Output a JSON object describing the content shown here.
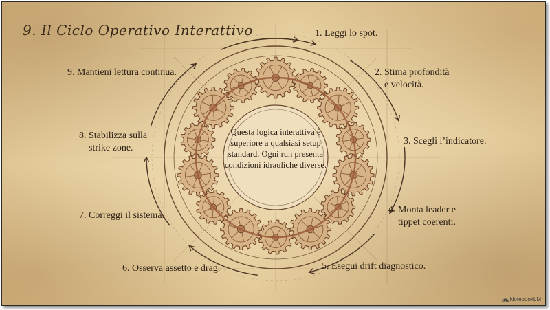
{
  "title": "9. Il Ciclo Operativo Interattivo",
  "center_text": "Questa logica interattiva è superiore a qualsiasi setup standard. Ogni run presenta condizioni idrauliche diverse.",
  "steps": {
    "s1": "1. Leggi lo spot.",
    "s2_line1": "2. Stima profondità",
    "s2_line2": "e velocità.",
    "s3": "3. Scegli l’indicatore.",
    "s4_line1": "4. Monta leader e",
    "s4_line2": "tippet coerenti.",
    "s5": "5. Esegui drift diagnostico.",
    "s6": "6. Osserva assetto e drag.",
    "s7": "7. Correggi il sistema.",
    "s8_line1": "8. Stabilizza sulla",
    "s8_line2": "strike zone.",
    "s9": "9. Mantieni lettura continua."
  },
  "watermark": {
    "label": "NotebookLM",
    "icon": "notebooklm-logo-icon"
  },
  "colors": {
    "ink": "#2e2116",
    "gear": "#8a5a3a",
    "gear_dark": "#6b3f26",
    "sketch": "#7a5a3f",
    "parchment": "#e6cf9f"
  }
}
